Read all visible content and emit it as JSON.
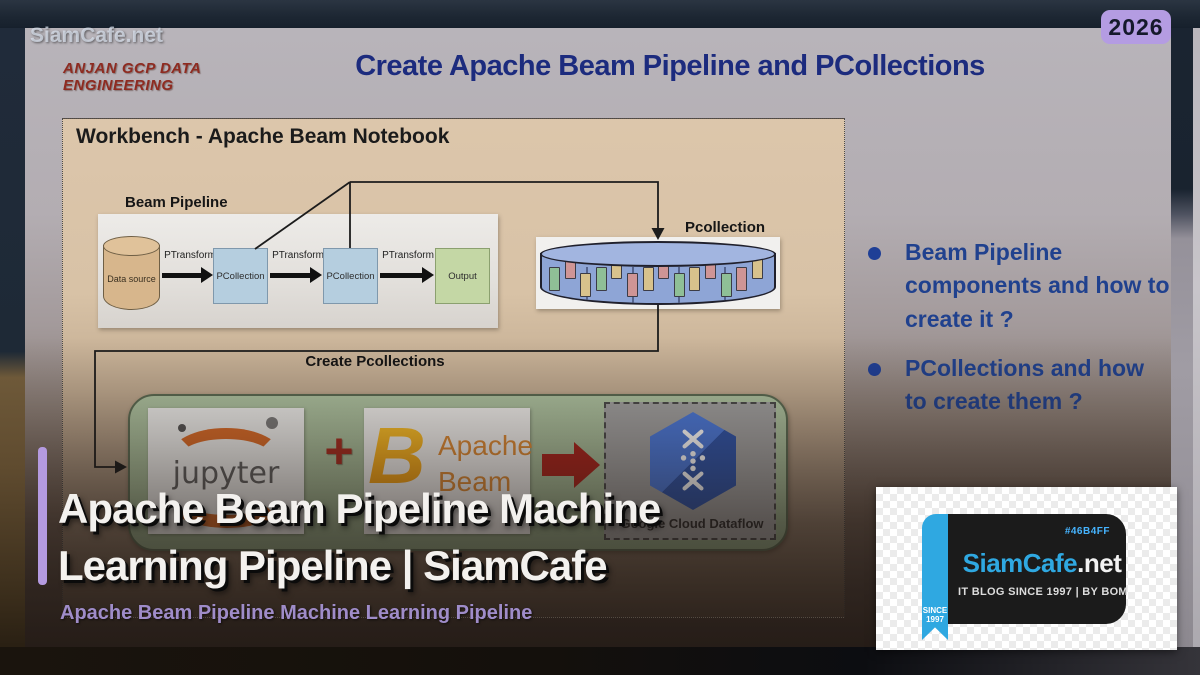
{
  "page": {
    "watermark": "SiamCafe.net",
    "year_badge": "2026"
  },
  "slide": {
    "brand": "ANJAN GCP DATA  ENGINEERING",
    "title": "Create Apache Beam Pipeline  and PCollections",
    "workbench": {
      "title": "Workbench - Apache Beam Notebook",
      "pipeline_label": "Beam Pipeline",
      "source_label": "Data source",
      "arrow_labels": [
        "PTransform",
        "PTransform",
        "PTransform"
      ],
      "nodes": [
        {
          "label": "PCollection"
        },
        {
          "label": "PCollection"
        },
        {
          "label": "Output"
        }
      ],
      "pcollection_label": "Pcollection",
      "create_label": "Create Pcollections",
      "tools": {
        "jupyter": "jupyter",
        "plus": "+",
        "beam_b": "B",
        "beam_line1": "Apache",
        "beam_line2": "Beam",
        "dataflow": "Google Cloud Dataflow"
      }
    },
    "bullets": [
      "Beam Pipeline components and how to create it ?",
      "PCollections and how to create them ?"
    ]
  },
  "overlay": {
    "title_line1": "Apache Beam Pipeline Machine",
    "title_line2": "Learning Pipeline | SiamCafe",
    "subtitle": "Apache Beam Pipeline Machine Learning Pipeline"
  },
  "logo_card": {
    "hex_label": "#46B4FF",
    "brand_blue": "SiamCafe",
    "brand_white": ".net",
    "tagline": "IT BLOG SINCE 1997 | BY BOM",
    "ribbon_line1": "SINCE",
    "ribbon_line2": "1997"
  },
  "colors": {
    "accent_purple": "#b49ae0",
    "title_navy": "#1c2b7e",
    "bullet_navy": "#20418e",
    "brand_blue": "#2fa8e1",
    "chip_colors": {
      "green": "#8fbf96",
      "pink": "#cf9595",
      "tan": "#d8c28c"
    }
  },
  "chips": [
    "green",
    "pink",
    "tan",
    "green",
    "tan",
    "pink",
    "tan",
    "pink",
    "green",
    "tan",
    "pink",
    "green",
    "pink",
    "tan"
  ]
}
